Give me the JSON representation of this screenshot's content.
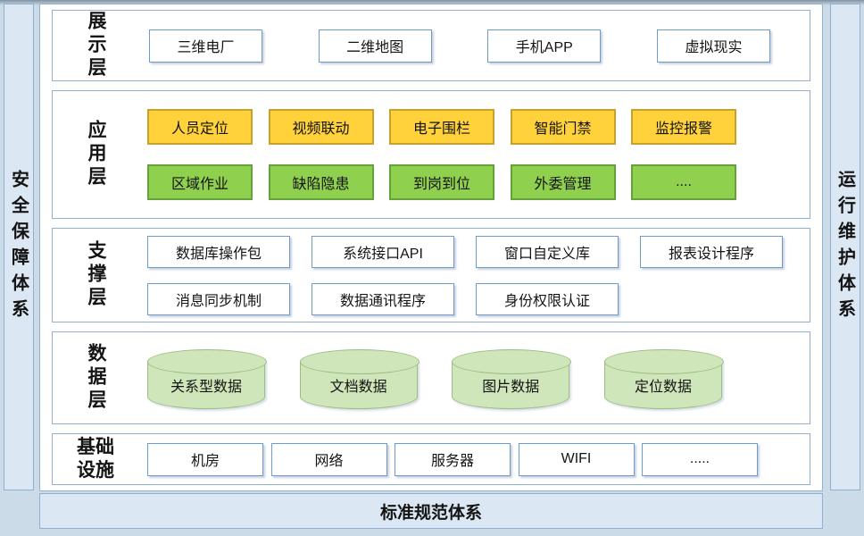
{
  "frame": {
    "left_bar_label": "安全保障体系",
    "right_bar_label": "运行维护体系",
    "bottom_bar_label": "标准规范体系"
  },
  "layers": [
    {
      "label": "展示层",
      "rows": [
        {
          "style": "plain",
          "items": [
            "三维电厂",
            "二维地图",
            "手机APP",
            "虚拟现实"
          ]
        }
      ]
    },
    {
      "label": "应用层",
      "rows": [
        {
          "style": "yellow",
          "items": [
            "人员定位",
            "视频联动",
            "电子围栏",
            "智能门禁",
            "监控报警"
          ]
        },
        {
          "style": "green",
          "items": [
            "区域作业",
            "缺陷隐患",
            "到岗到位",
            "外委管理",
            "...."
          ]
        }
      ]
    },
    {
      "label": "支撑层",
      "rows": [
        {
          "style": "plain",
          "items": [
            "数据库操作包",
            "系统接口API",
            "窗口自定义库",
            "报表设计程序"
          ]
        },
        {
          "style": "plain",
          "items": [
            "消息同步机制",
            "数据通讯程序",
            "身份权限认证"
          ]
        }
      ]
    },
    {
      "label": "数据层",
      "rows": [
        {
          "style": "cylinder",
          "items": [
            "关系型数据",
            "文档数据",
            "图片数据",
            "定位数据"
          ]
        }
      ]
    },
    {
      "label": "基础设施",
      "rows": [
        {
          "style": "plain",
          "items": [
            "机房",
            "网络",
            "服务器",
            "WIFI",
            "....."
          ]
        }
      ]
    }
  ],
  "colors": {
    "background": "#ccdbe8",
    "panel_fill": "#dbe7f3",
    "panel_border": "#90afd4",
    "box_border": "#6b9bd2",
    "yellow_fill": "#ffd23c",
    "yellow_border": "#c9a02c",
    "green_fill": "#90d04f",
    "green_border": "#61a338",
    "cylinder_fill": "#cee6b9",
    "cylinder_border": "#9bbc83",
    "text": "#141414"
  }
}
